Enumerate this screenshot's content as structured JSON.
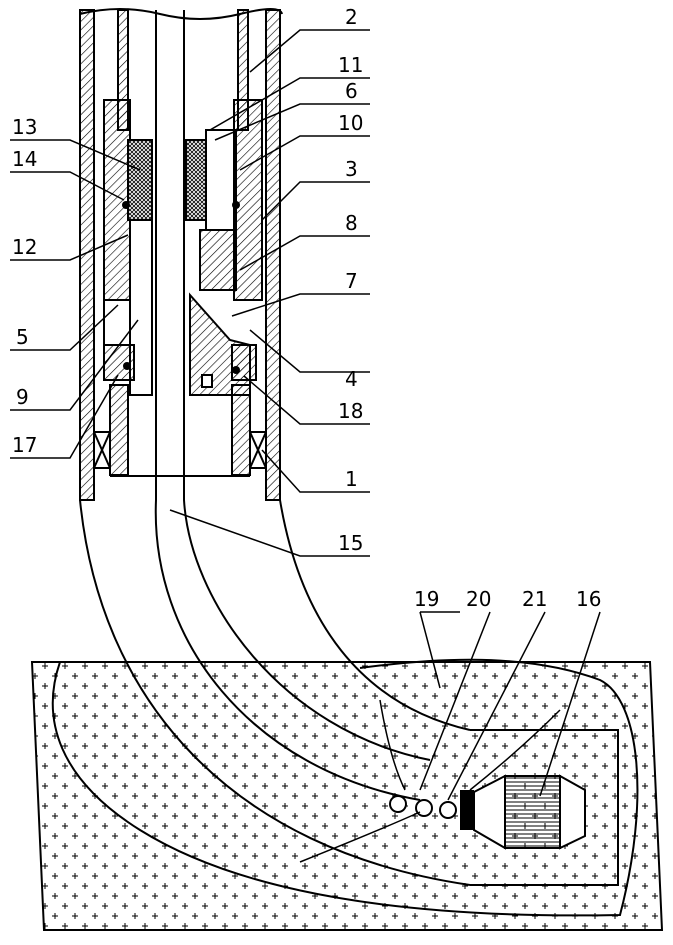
{
  "figure": {
    "callouts": [
      {
        "id": "c2",
        "text": "2"
      },
      {
        "id": "c11",
        "text": "11"
      },
      {
        "id": "c6",
        "text": "6"
      },
      {
        "id": "c10",
        "text": "10"
      },
      {
        "id": "c3",
        "text": "3"
      },
      {
        "id": "c8",
        "text": "8"
      },
      {
        "id": "c7",
        "text": "7"
      },
      {
        "id": "c4",
        "text": "4"
      },
      {
        "id": "c18",
        "text": "18"
      },
      {
        "id": "c1",
        "text": "1"
      },
      {
        "id": "c15",
        "text": "15"
      },
      {
        "id": "c13",
        "text": "13"
      },
      {
        "id": "c14",
        "text": "14"
      },
      {
        "id": "c12",
        "text": "12"
      },
      {
        "id": "c5",
        "text": "5"
      },
      {
        "id": "c9",
        "text": "9"
      },
      {
        "id": "c17",
        "text": "17"
      },
      {
        "id": "c19",
        "text": "19"
      },
      {
        "id": "c20",
        "text": "20"
      },
      {
        "id": "c21",
        "text": "21"
      },
      {
        "id": "c16",
        "text": "16"
      }
    ]
  }
}
